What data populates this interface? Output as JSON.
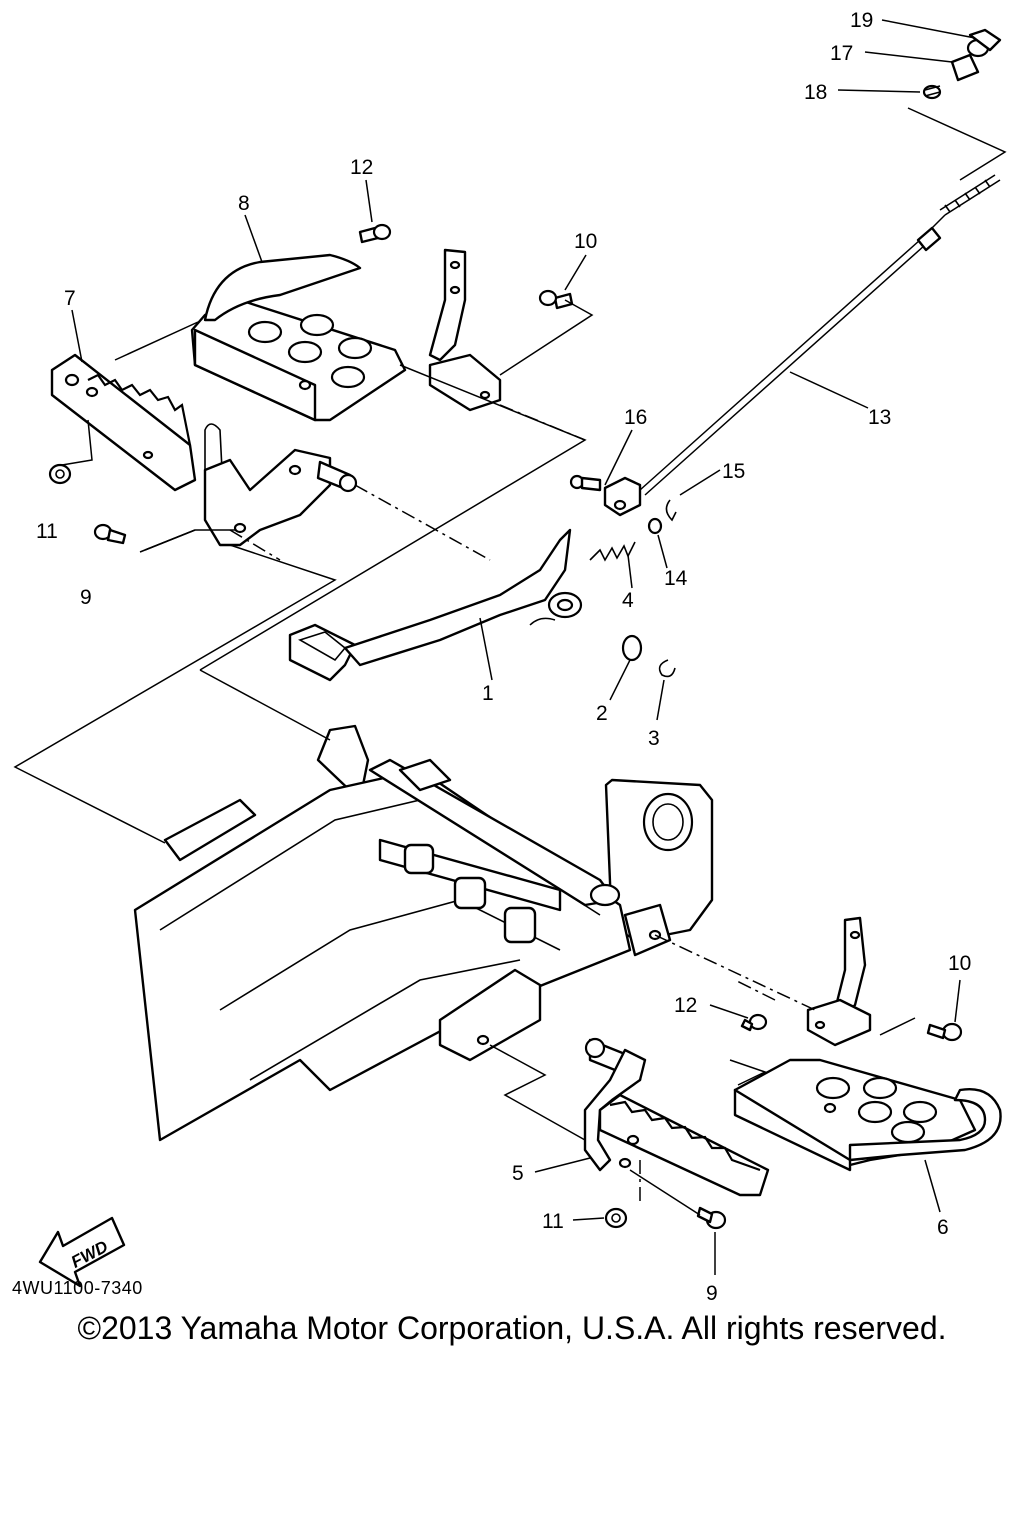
{
  "callouts": [
    "1",
    "2",
    "3",
    "4",
    "5",
    "6",
    "7",
    "8",
    "9",
    "10",
    "11",
    "12",
    "13",
    "14",
    "15",
    "16",
    "17",
    "18",
    "19"
  ],
  "direction_label": "FWD",
  "diagram_code": "4WU1100-7340",
  "copyright": "©2013 Yamaha Motor Corporation, U.S.A. All rights reserved."
}
